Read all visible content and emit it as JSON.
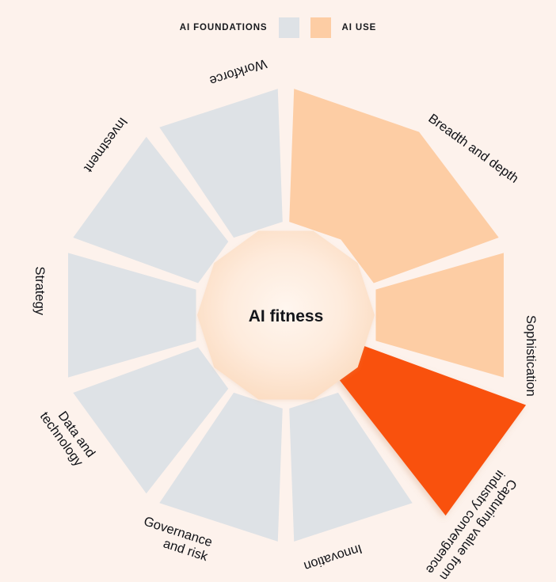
{
  "legend": {
    "items": [
      {
        "label": "AI FOUNDATIONS",
        "swatch_name": "ai-foundations-swatch",
        "color": "#DEE2E6"
      },
      {
        "label": "AI USE",
        "swatch_name": "ai-use-swatch",
        "color": "#FDCDA4"
      }
    ]
  },
  "center": {
    "label": "AI fitness"
  },
  "colors": {
    "background": "#FDF2EC",
    "foundations": "#DEE2E6",
    "use": "#FDCDA4",
    "highlight": "#F95109",
    "gap": "#FDF2EC",
    "center_inner": "#FFF3E8",
    "center_outer": "#FCDCC2",
    "text": "#101217"
  },
  "chart_data": {
    "type": "pie",
    "title": "AI fitness",
    "subtitle": "",
    "xlabel": "",
    "ylabel": "",
    "legend_position": "top",
    "grid": false,
    "notes": "Polygonal donut / radial wheel. Ten equal 36-degree wedges starting at 12 o'clock going clockwise. Six grey wedges are AI FOUNDATIONS, four wedges are AI USE (three peach plus one highlighted bright-orange). The highlighted wedge 'Capturing value from industry convergence' is exploded outward and drawn larger with a drop shadow.",
    "categories": [
      "Breadth and depth",
      "Sophistication",
      "Capturing value from industry convergence",
      "Innovation",
      "Governance and risk",
      "Data and technology",
      "Strategy",
      "Investment",
      "Workforce"
    ],
    "values": [
      72,
      36,
      36,
      36,
      36,
      36,
      36,
      36,
      36
    ],
    "series": [
      {
        "name": "AI USE",
        "color": "#FDCDA4",
        "segments": [
          {
            "label": "Breadth and depth",
            "start_deg": 0,
            "end_deg": 72,
            "color": "#FDCDA4",
            "highlight": false
          },
          {
            "label": "Sophistication",
            "start_deg": 72,
            "end_deg": 108,
            "color": "#FDCDA4",
            "highlight": false
          },
          {
            "label": "Capturing value from industry convergence",
            "start_deg": 108,
            "end_deg": 144,
            "color": "#F95109",
            "highlight": true
          }
        ]
      },
      {
        "name": "AI FOUNDATIONS",
        "color": "#DEE2E6",
        "segments": [
          {
            "label": "Innovation",
            "start_deg": 144,
            "end_deg": 180,
            "color": "#DEE2E6",
            "highlight": false
          },
          {
            "label": "Governance and risk",
            "start_deg": 180,
            "end_deg": 216,
            "color": "#DEE2E6",
            "highlight": false
          },
          {
            "label": "Data and technology",
            "start_deg": 216,
            "end_deg": 252,
            "color": "#DEE2E6",
            "highlight": false
          },
          {
            "label": "Strategy",
            "start_deg": 252,
            "end_deg": 288,
            "color": "#DEE2E6",
            "highlight": false
          },
          {
            "label": "Investment",
            "start_deg": 288,
            "end_deg": 324,
            "color": "#DEE2E6",
            "highlight": false
          },
          {
            "label": "Workforce",
            "start_deg": 324,
            "end_deg": 360,
            "color": "#DEE2E6",
            "highlight": false
          }
        ]
      }
    ],
    "labels": [
      {
        "text": "Workforce",
        "lines": [
          "Workforce"
        ],
        "angle_deg": 342
      },
      {
        "text": "Breadth and depth",
        "lines": [
          "Breadth and depth"
        ],
        "angle_deg": 36
      },
      {
        "text": "Sophistication",
        "lines": [
          "Sophistication"
        ],
        "angle_deg": 90
      },
      {
        "text": "Capturing value from industry convergence",
        "lines": [
          "Capturing value from",
          "industry convergence"
        ],
        "angle_deg": 126
      },
      {
        "text": "Innovation",
        "lines": [
          "Innovation"
        ],
        "angle_deg": 162
      },
      {
        "text": "Governance and risk",
        "lines": [
          "Governance",
          "and risk"
        ],
        "angle_deg": 198
      },
      {
        "text": "Data and technology",
        "lines": [
          "Data and",
          "technology"
        ],
        "angle_deg": 234
      },
      {
        "text": "Strategy",
        "lines": [
          "Strategy"
        ],
        "angle_deg": 270
      },
      {
        "text": "Investment",
        "lines": [
          "Investment"
        ],
        "angle_deg": 306
      }
    ]
  }
}
